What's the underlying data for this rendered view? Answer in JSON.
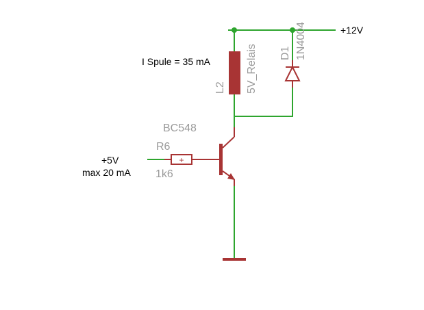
{
  "colors": {
    "wire": "#2ea52e",
    "component": "#a83434",
    "junction": "#2ea52e",
    "label_dark": "#000000",
    "label_grey": "#9a9a9a"
  },
  "labels": {
    "supply": "+12V",
    "coil_current": "I Spule = 35 mA",
    "input_voltage": "+5V",
    "input_current": "max 20 mA"
  },
  "components": {
    "relay": {
      "ref": "L2",
      "value": "5V_Relais"
    },
    "diode": {
      "ref": "D1",
      "value": "1N4004"
    },
    "transistor": {
      "value": "BC548"
    },
    "resistor": {
      "ref": "R6",
      "value": "1k6",
      "mark": "+"
    }
  }
}
